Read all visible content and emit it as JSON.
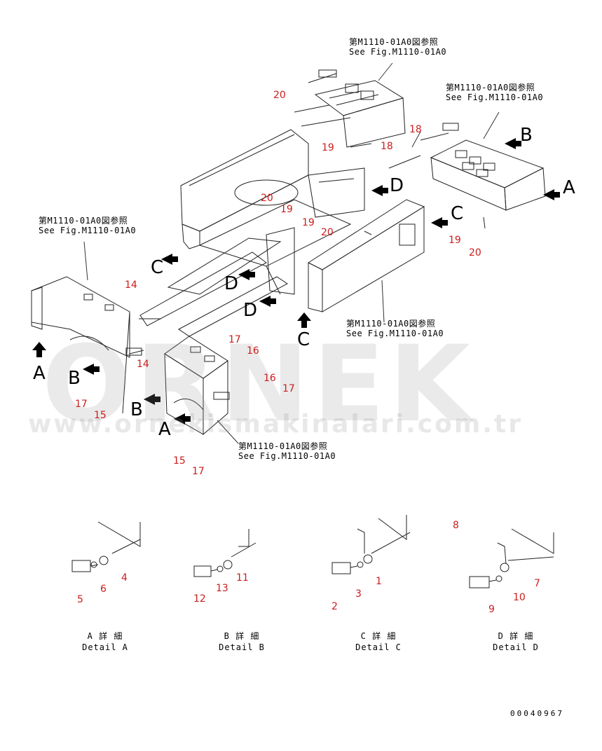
{
  "references": [
    {
      "jp": "第M1110-01A0図参照",
      "en": "See Fig.M1110-01A0"
    },
    {
      "jp": "第M1110-01A0図参照",
      "en": "See Fig.M1110-01A0"
    },
    {
      "jp": "第M1110-01A0図参照",
      "en": "See Fig.M1110-01A0"
    },
    {
      "jp": "第M1110-01A0図参照",
      "en": "See Fig.M1110-01A0"
    },
    {
      "jp": "第M1110-01A0図参照",
      "en": "See Fig.M1110-01A0"
    }
  ],
  "part_numbers": [
    "20",
    "19",
    "18",
    "18",
    "20",
    "19",
    "19",
    "20",
    "19",
    "20",
    "14",
    "14",
    "17",
    "16",
    "16",
    "17",
    "17",
    "15",
    "15",
    "17",
    "4",
    "6",
    "5",
    "11",
    "13",
    "12",
    "1",
    "3",
    "2",
    "8",
    "7",
    "10",
    "9"
  ],
  "view_letters": [
    "B",
    "A",
    "C",
    "D",
    "C",
    "D",
    "D",
    "C",
    "A",
    "B",
    "B",
    "A"
  ],
  "details": [
    {
      "jp": "A 詳 細",
      "en": "Detail A"
    },
    {
      "jp": "B 詳 細",
      "en": "Detail B"
    },
    {
      "jp": "C 詳 細",
      "en": "Detail C"
    },
    {
      "jp": "D 詳 細",
      "en": "Detail D"
    }
  ],
  "drawing_code": "00040967",
  "watermark": {
    "brand": "ORNEK",
    "url": "www.ornekismakinalari.com.tr"
  },
  "colors": {
    "part_number": "#cc1d1d",
    "line": "#222222",
    "watermark": "#969696"
  }
}
